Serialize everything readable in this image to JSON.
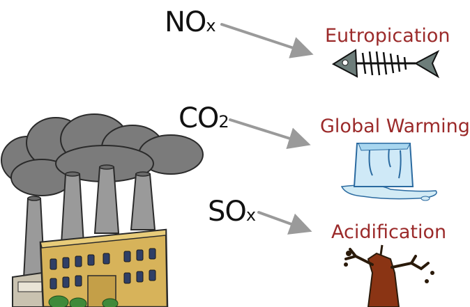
{
  "colors": {
    "effect_text": "#9b2a2a",
    "arrow": "#9a9a9a",
    "smoke": "#7b7b7b",
    "building": "#d7b35a"
  },
  "pollutants": [
    {
      "main": "NO",
      "sub": "x"
    },
    {
      "main": "CO",
      "sub": "2"
    },
    {
      "main": "SO",
      "sub": "x"
    }
  ],
  "effects": [
    {
      "label": "Eutropication",
      "icon": "fish-skeleton-icon"
    },
    {
      "label": "Global Warming",
      "icon": "melting-ice-icon"
    },
    {
      "label": "Acidification",
      "icon": "dead-tree-icon"
    }
  ],
  "source": {
    "icon": "factory-icon"
  }
}
